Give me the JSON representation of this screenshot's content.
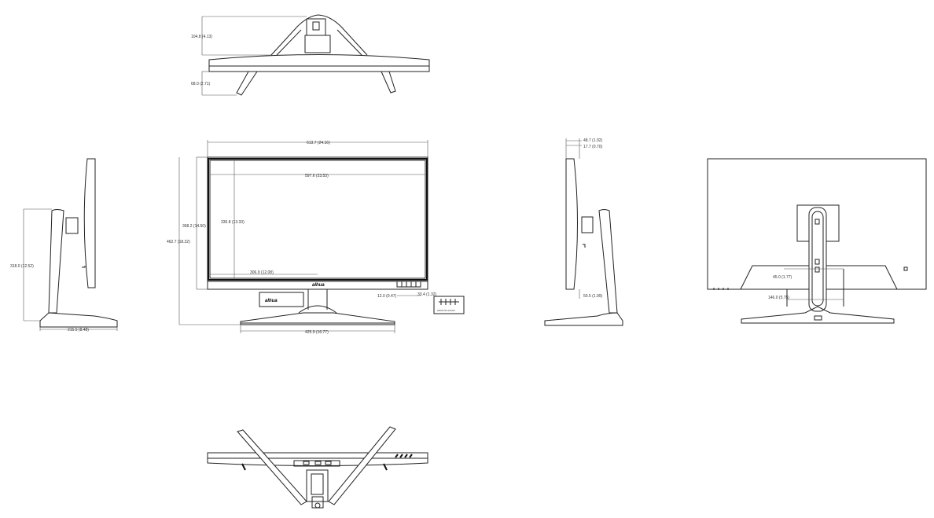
{
  "brand": "alhua",
  "dimensions": {
    "top_depth": "104.8 (4.13)",
    "top_offset": "68.0 (2.71)",
    "overall_width": "613.7 (24.16)",
    "screen_width": "597.6 (23.53)",
    "screen_height": "336.8 (13.33)",
    "panel_height": "368.2 (14.50)",
    "overall_height": "462.7 (18.22)",
    "vesa_half": "306.9 (12.08)",
    "base_width": "425.9 (16.77)",
    "side_height": "318.0 (12.52)",
    "base_depth": "215.5 (8.48)",
    "port_pitch": "12.0 (0.47)",
    "port_spacing": "33.4 (1.32)",
    "depth_total": "48.7 (1.92)",
    "bezel_depth": "17.7 (0.70)",
    "base_clearance": "50.5 (1.99)",
    "back_port": "45.0 (1.77)",
    "back_stand": "146.0 (5.75)"
  },
  "callout_text": "HDMI DP AUDIO"
}
